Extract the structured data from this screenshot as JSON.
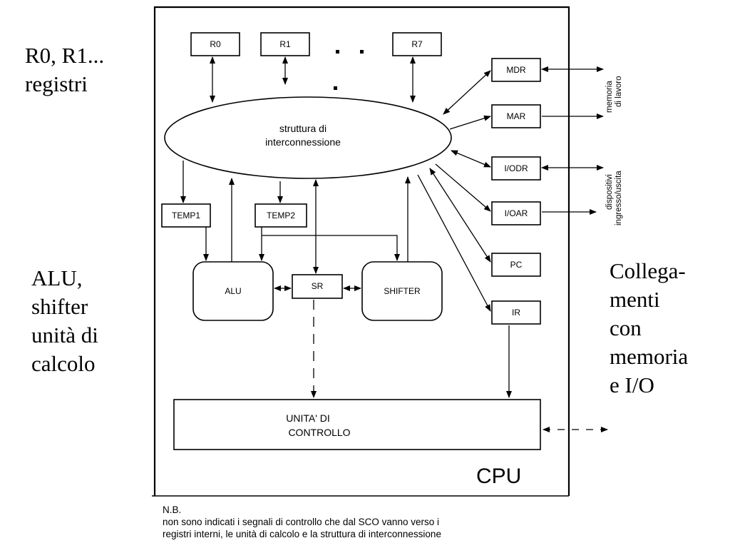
{
  "left_labels": {
    "registers": [
      "R0, R1...",
      "registri"
    ],
    "alu": [
      "ALU,",
      "shifter",
      "unità di",
      "calcolo"
    ]
  },
  "right_label": [
    "Collega-",
    "menti",
    "con",
    "memoria",
    "e I/O"
  ],
  "registers": {
    "r0": "R0",
    "r1": "R1",
    "r7": "R7"
  },
  "interconnect": [
    "struttura di",
    "interconnessione"
  ],
  "units": {
    "temp1": "TEMP1",
    "temp2": "TEMP2",
    "alu": "ALU",
    "sr": "SR",
    "shifter": "SHIFTER",
    "control": [
      "UNITA' DI",
      "CONTROLLO"
    ],
    "cpu": "CPU"
  },
  "io_registers": {
    "mdr": "MDR",
    "mar": "MAR",
    "iodr": "I/ODR",
    "ioar": "I/OAR",
    "pc": "PC",
    "ir": "IR"
  },
  "external": {
    "memory": [
      "memoria",
      "di lavoro"
    ],
    "devices": [
      "dispositivi",
      "ingresso/uscita"
    ]
  },
  "note": {
    "title": "N.B.",
    "lines": [
      "non sono indicati i segnali di controllo che dal SCO vanno verso i",
      "registri interni, le unità di calcolo e la struttura di interconnessione"
    ]
  }
}
